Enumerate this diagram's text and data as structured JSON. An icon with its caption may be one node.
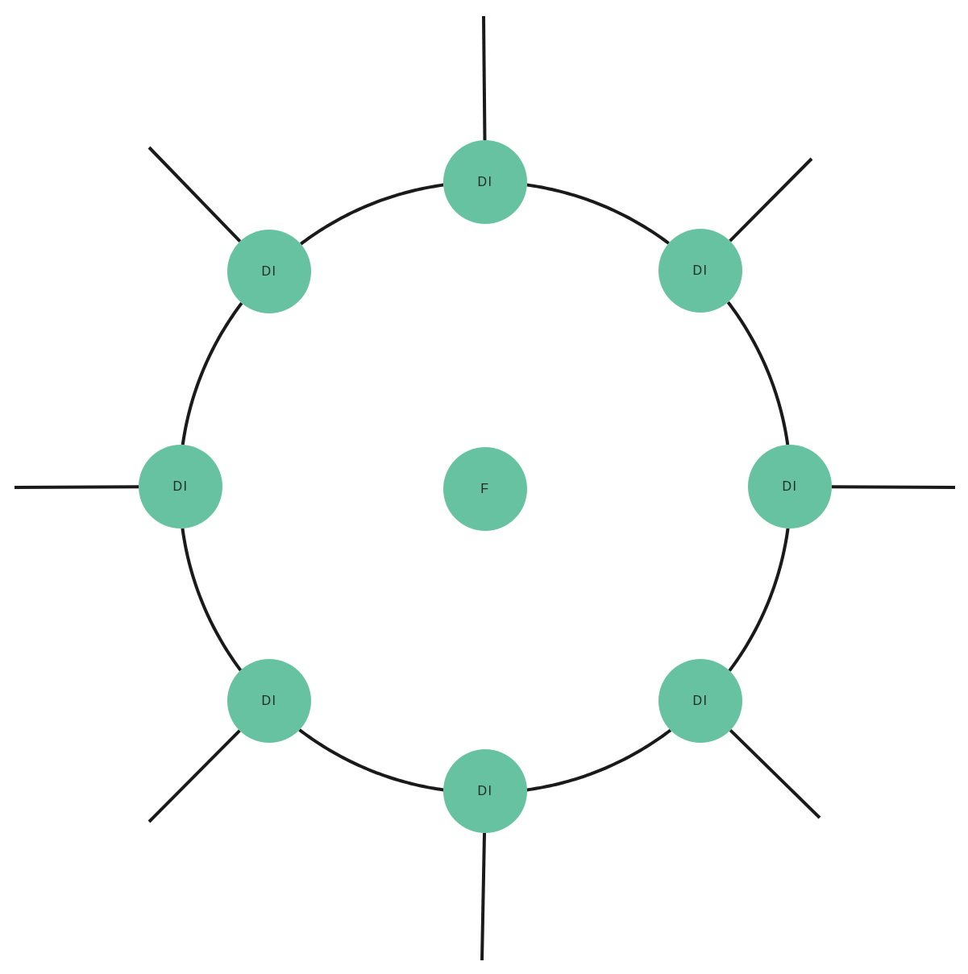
{
  "diagram": {
    "nodes": [
      {
        "text": [
          "DI"
        ]
      },
      {
        "text": [
          "DI"
        ]
      },
      {
        "text": [
          "DI"
        ]
      },
      {
        "text": [
          "DI"
        ]
      },
      {
        "text": [
          "F"
        ]
      },
      {
        "text": [
          "DI"
        ]
      },
      {
        "text": [
          "DI"
        ]
      },
      {
        "text": [
          "DI"
        ]
      },
      {
        "text": [
          "DI"
        ]
      }
    ],
    "edges": [
      {
        "from": 0,
        "to": 2,
        "arrow": "none"
      },
      {
        "from": 2,
        "to": 5,
        "arrow": "none"
      },
      {
        "from": 5,
        "to": 7,
        "arrow": "none"
      },
      {
        "from": 7,
        "to": 8,
        "arrow": "none"
      },
      {
        "from": 8,
        "to": 6,
        "arrow": "none"
      },
      {
        "from": 6,
        "to": 3,
        "arrow": "none"
      },
      {
        "from": 3,
        "to": 1,
        "arrow": "none"
      },
      {
        "from": 1,
        "to": 0,
        "arrow": "none"
      },
      {
        "from": 0,
        "to": null,
        "arrow": "none"
      },
      {
        "from": 1,
        "to": null,
        "arrow": "none"
      },
      {
        "from": 2,
        "to": null,
        "arrow": "none"
      },
      {
        "from": 3,
        "to": null,
        "arrow": "none"
      },
      {
        "from": 5,
        "to": null,
        "arrow": "none"
      },
      {
        "from": 6,
        "to": null,
        "arrow": "none"
      },
      {
        "from": 7,
        "to": null,
        "arrow": "none"
      },
      {
        "from": 8,
        "to": null,
        "arrow": "none"
      }
    ]
  }
}
